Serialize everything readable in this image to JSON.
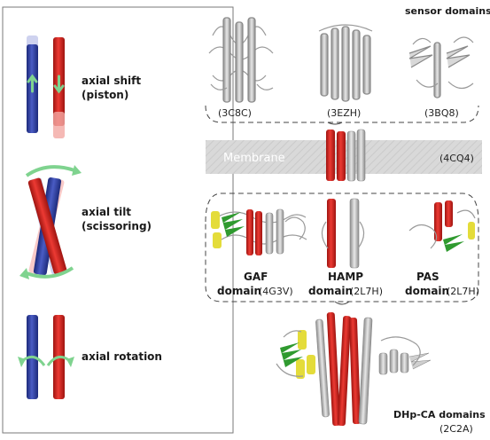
{
  "left_panel": {
    "mechanisms": [
      {
        "line1": "axial shift",
        "line2": "(piston)"
      },
      {
        "line1": "axial tilt",
        "line2": "(scissoring)"
      },
      {
        "line1": "axial rotation",
        "line2": ""
      }
    ]
  },
  "right_panel": {
    "sensor": {
      "title": "sensor domains",
      "codes": [
        "(3C8C)",
        "(3EZH)",
        "(3BQ8)"
      ]
    },
    "membrane": {
      "label": "Membrane",
      "code": "(4CQ4)"
    },
    "linker": {
      "items": [
        {
          "name": "GAF",
          "word": "domain",
          "code": "(4G3V)"
        },
        {
          "name": "HAMP",
          "word": "domain",
          "code": "(2L7H)"
        },
        {
          "name": "PAS",
          "word": "domain",
          "code": "(2L7H)"
        }
      ]
    },
    "catalytic": {
      "title": "DHp-CA domains",
      "code": "(2C2A)"
    }
  },
  "colors": {
    "red_helix": "#d42a25",
    "blue_helix": "#2d3e9e",
    "green_arrow": "#7fd38f",
    "grey_protein": "#b8b8b8",
    "yellow_helix": "#e4dc3a",
    "green_sheet": "#2f9a2f"
  }
}
